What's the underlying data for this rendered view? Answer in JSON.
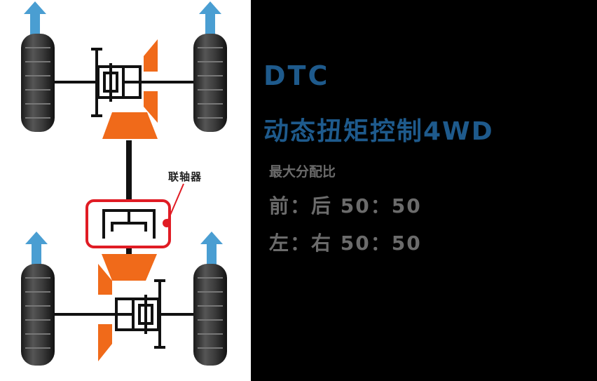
{
  "diagram": {
    "coupling_label": "联轴器",
    "colors": {
      "arrow": "#4a9ed2",
      "gear": "#f06a1a",
      "highlight": "#e01c24",
      "frame": "#111111"
    }
  },
  "info": {
    "title_line1": "DTC",
    "title_line2": "动态扭矩控制4WD",
    "max_distribution_label": "最大分配比",
    "front_rear": "前：后 50：50",
    "left_right": "左：右 50：50"
  },
  "colors": {
    "title": "#1e5a8c",
    "text": "#6b6b6b",
    "background": "#000000"
  }
}
